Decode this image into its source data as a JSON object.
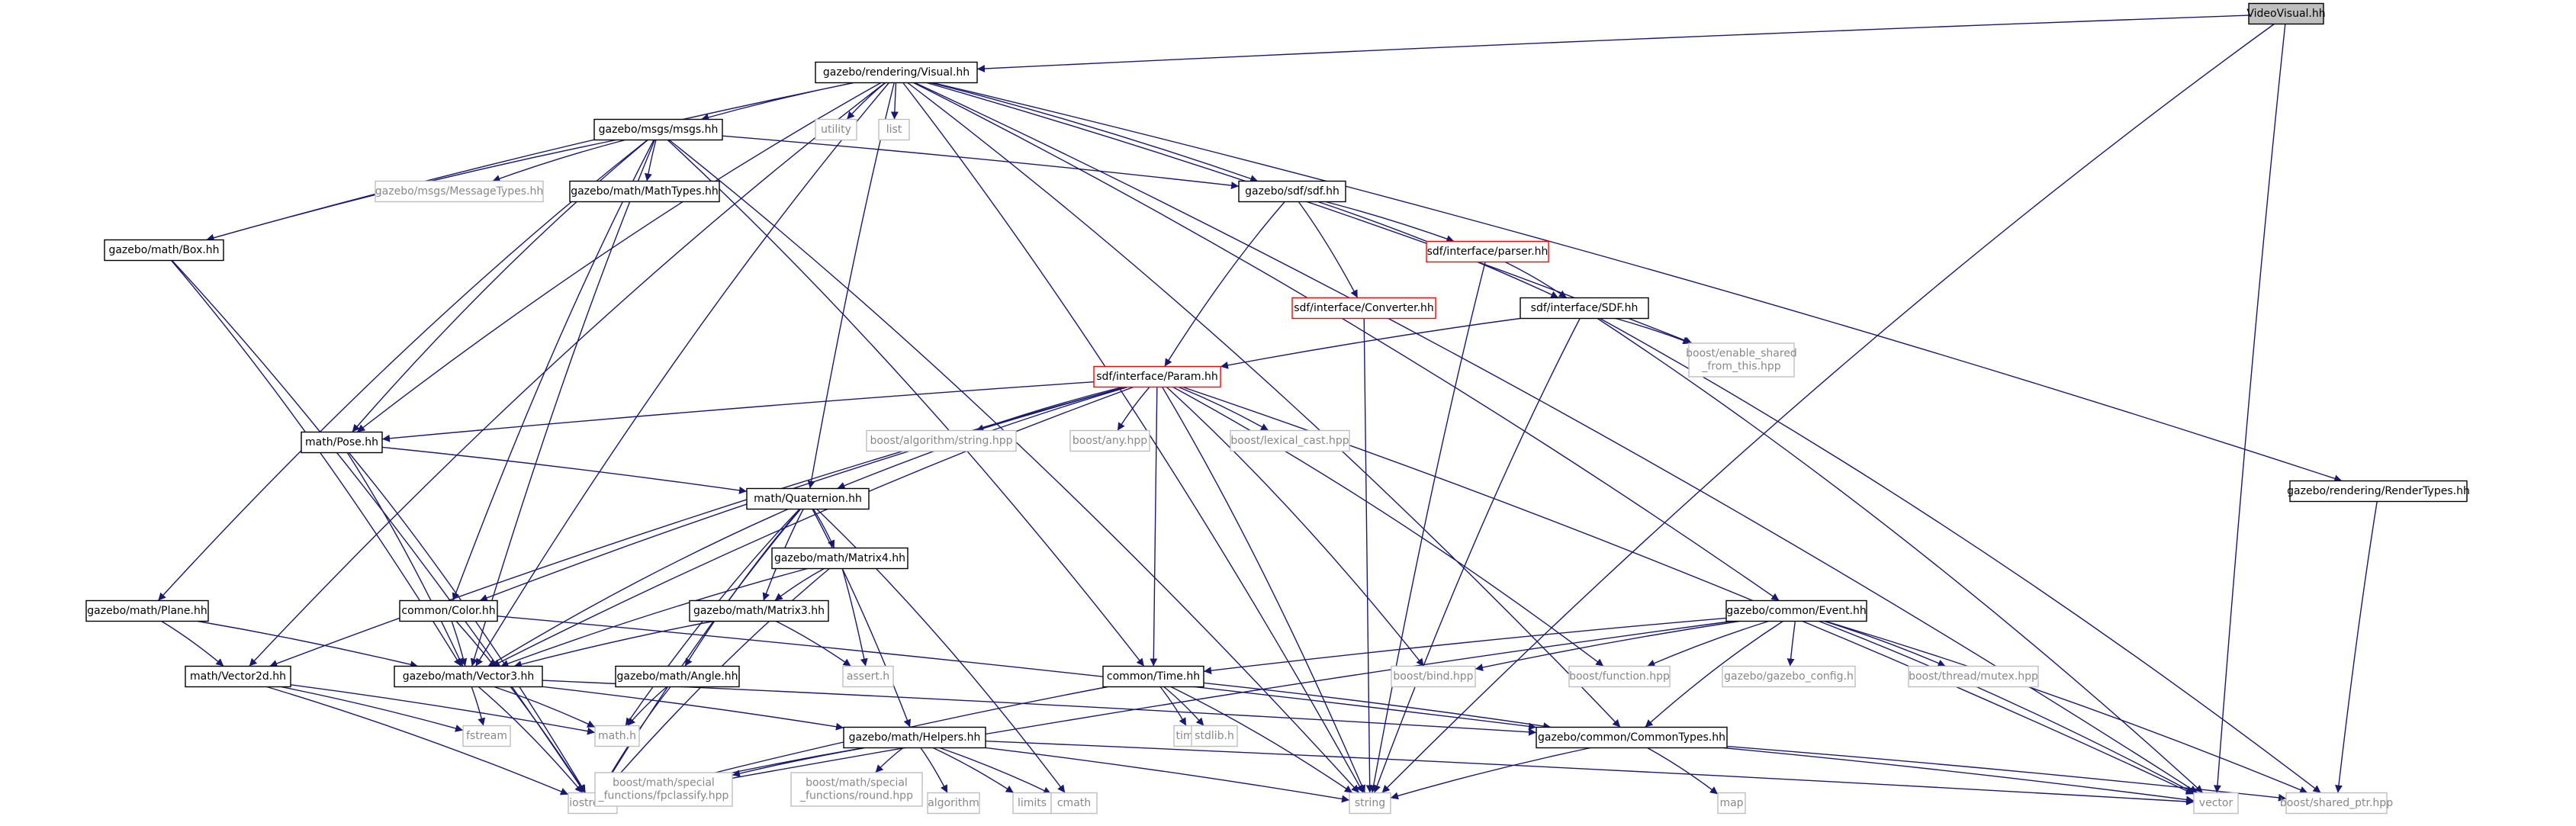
{
  "title": "VideoVisual.hh",
  "colors": {
    "edge": "#191970",
    "arrow": "#191970",
    "root_fill": "#bfbfbf",
    "node_fill": "#ffffff",
    "linked_border": "#000000",
    "external_border": "#bfbfbf",
    "external_text": "#888888",
    "missing_border": "#ff0000"
  },
  "nodes": [
    {
      "id": "video",
      "lines": [
        "VideoVisual.hh"
      ],
      "kind": "root"
    },
    {
      "id": "visual",
      "lines": [
        "gazebo/rendering/Visual.hh"
      ],
      "kind": "linked"
    },
    {
      "id": "msgs",
      "lines": [
        "gazebo/msgs/msgs.hh"
      ],
      "kind": "linked"
    },
    {
      "id": "utility",
      "lines": [
        "utility"
      ],
      "kind": "external"
    },
    {
      "id": "list",
      "lines": [
        "list"
      ],
      "kind": "external"
    },
    {
      "id": "msgtypes",
      "lines": [
        "gazebo/msgs/MessageTypes.hh"
      ],
      "kind": "external"
    },
    {
      "id": "mathtypes",
      "lines": [
        "gazebo/math/MathTypes.hh"
      ],
      "kind": "linked"
    },
    {
      "id": "sdf",
      "lines": [
        "gazebo/sdf/sdf.hh"
      ],
      "kind": "linked"
    },
    {
      "id": "box",
      "lines": [
        "gazebo/math/Box.hh"
      ],
      "kind": "linked"
    },
    {
      "id": "parser",
      "lines": [
        "sdf/interface/parser.hh"
      ],
      "kind": "missing"
    },
    {
      "id": "converter",
      "lines": [
        "sdf/interface/Converter.hh"
      ],
      "kind": "missing"
    },
    {
      "id": "sdfi",
      "lines": [
        "sdf/interface/SDF.hh"
      ],
      "kind": "linked"
    },
    {
      "id": "enable",
      "lines": [
        "boost/enable_shared",
        "_from_this.hpp"
      ],
      "kind": "external"
    },
    {
      "id": "param",
      "lines": [
        "sdf/interface/Param.hh"
      ],
      "kind": "missing"
    },
    {
      "id": "pose",
      "lines": [
        "math/Pose.hh"
      ],
      "kind": "linked"
    },
    {
      "id": "algostr",
      "lines": [
        "boost/algorithm/string.hpp"
      ],
      "kind": "external"
    },
    {
      "id": "any",
      "lines": [
        "boost/any.hpp"
      ],
      "kind": "external"
    },
    {
      "id": "lexical",
      "lines": [
        "boost/lexical_cast.hpp"
      ],
      "kind": "external"
    },
    {
      "id": "quat",
      "lines": [
        "math/Quaternion.hh"
      ],
      "kind": "linked"
    },
    {
      "id": "rendertypes",
      "lines": [
        "gazebo/rendering/RenderTypes.hh"
      ],
      "kind": "linked"
    },
    {
      "id": "matrix4",
      "lines": [
        "gazebo/math/Matrix4.hh"
      ],
      "kind": "linked"
    },
    {
      "id": "plane",
      "lines": [
        "gazebo/math/Plane.hh"
      ],
      "kind": "linked"
    },
    {
      "id": "color",
      "lines": [
        "common/Color.hh"
      ],
      "kind": "linked"
    },
    {
      "id": "matrix3",
      "lines": [
        "gazebo/math/Matrix3.hh"
      ],
      "kind": "linked"
    },
    {
      "id": "event",
      "lines": [
        "gazebo/common/Event.hh"
      ],
      "kind": "linked"
    },
    {
      "id": "vector2d",
      "lines": [
        "math/Vector2d.hh"
      ],
      "kind": "linked"
    },
    {
      "id": "vector3",
      "lines": [
        "gazebo/math/Vector3.hh"
      ],
      "kind": "linked"
    },
    {
      "id": "angle",
      "lines": [
        "gazebo/math/Angle.hh"
      ],
      "kind": "linked"
    },
    {
      "id": "assert",
      "lines": [
        "assert.h"
      ],
      "kind": "external"
    },
    {
      "id": "time",
      "lines": [
        "common/Time.hh"
      ],
      "kind": "linked"
    },
    {
      "id": "bind",
      "lines": [
        "boost/bind.hpp"
      ],
      "kind": "external"
    },
    {
      "id": "function",
      "lines": [
        "boost/function.hpp"
      ],
      "kind": "external"
    },
    {
      "id": "config",
      "lines": [
        "gazebo/gazebo_config.h"
      ],
      "kind": "external"
    },
    {
      "id": "mutex",
      "lines": [
        "boost/thread/mutex.hpp"
      ],
      "kind": "external"
    },
    {
      "id": "fstream",
      "lines": [
        "fstream"
      ],
      "kind": "external"
    },
    {
      "id": "mathh",
      "lines": [
        "math.h"
      ],
      "kind": "external"
    },
    {
      "id": "timeh",
      "lines": [
        "time.h"
      ],
      "kind": "external"
    },
    {
      "id": "stdlib",
      "lines": [
        "stdlib.h"
      ],
      "kind": "external"
    },
    {
      "id": "helpers",
      "lines": [
        "gazebo/math/Helpers.hh"
      ],
      "kind": "linked"
    },
    {
      "id": "common",
      "lines": [
        "gazebo/common/CommonTypes.hh"
      ],
      "kind": "linked"
    },
    {
      "id": "iostream",
      "lines": [
        "iostream"
      ],
      "kind": "external"
    },
    {
      "id": "fpclass",
      "lines": [
        "boost/math/special",
        "_functions/fpclassify.hpp"
      ],
      "kind": "external"
    },
    {
      "id": "round",
      "lines": [
        "boost/math/special",
        "_functions/round.hpp"
      ],
      "kind": "external"
    },
    {
      "id": "algorithm",
      "lines": [
        "algorithm"
      ],
      "kind": "external"
    },
    {
      "id": "limits",
      "lines": [
        "limits"
      ],
      "kind": "external"
    },
    {
      "id": "cmath",
      "lines": [
        "cmath"
      ],
      "kind": "external"
    },
    {
      "id": "string",
      "lines": [
        "string"
      ],
      "kind": "external"
    },
    {
      "id": "vector",
      "lines": [
        "vector"
      ],
      "kind": "external"
    },
    {
      "id": "map",
      "lines": [
        "map"
      ],
      "kind": "external"
    },
    {
      "id": "sharedptr",
      "lines": [
        "boost/shared_ptr.hpp"
      ],
      "kind": "external"
    }
  ],
  "edges": [
    [
      "video",
      "visual"
    ],
    [
      "video",
      "string"
    ],
    [
      "video",
      "vector"
    ],
    [
      "visual",
      "msgs"
    ],
    [
      "visual",
      "utility"
    ],
    [
      "visual",
      "list"
    ],
    [
      "visual",
      "sdf"
    ],
    [
      "visual",
      "box"
    ],
    [
      "visual",
      "pose"
    ],
    [
      "visual",
      "quat"
    ],
    [
      "visual",
      "vector3"
    ],
    [
      "visual",
      "vector2d"
    ],
    [
      "visual",
      "enable"
    ],
    [
      "visual",
      "string"
    ],
    [
      "visual",
      "vector"
    ],
    [
      "visual",
      "event"
    ],
    [
      "visual",
      "common"
    ],
    [
      "visual",
      "rendertypes"
    ],
    [
      "msgs",
      "msgtypes"
    ],
    [
      "msgs",
      "mathtypes"
    ],
    [
      "msgs",
      "sdf"
    ],
    [
      "msgs",
      "box"
    ],
    [
      "msgs",
      "pose"
    ],
    [
      "msgs",
      "plane"
    ],
    [
      "msgs",
      "color"
    ],
    [
      "msgs",
      "vector3"
    ],
    [
      "msgs",
      "time"
    ],
    [
      "msgs",
      "string"
    ],
    [
      "sdf",
      "parser"
    ],
    [
      "sdf",
      "converter"
    ],
    [
      "sdf",
      "sdfi"
    ],
    [
      "sdf",
      "param"
    ],
    [
      "parser",
      "sdfi"
    ],
    [
      "parser",
      "string"
    ],
    [
      "converter",
      "string"
    ],
    [
      "sdfi",
      "param"
    ],
    [
      "sdfi",
      "enable"
    ],
    [
      "sdfi",
      "string"
    ],
    [
      "sdfi",
      "vector"
    ],
    [
      "sdfi",
      "sharedptr"
    ],
    [
      "box",
      "vector3"
    ],
    [
      "box",
      "iostream"
    ],
    [
      "param",
      "pose"
    ],
    [
      "param",
      "algostr"
    ],
    [
      "param",
      "any"
    ],
    [
      "param",
      "lexical"
    ],
    [
      "param",
      "quat"
    ],
    [
      "param",
      "color"
    ],
    [
      "param",
      "vector3"
    ],
    [
      "param",
      "vector2d"
    ],
    [
      "param",
      "time"
    ],
    [
      "param",
      "bind"
    ],
    [
      "param",
      "function"
    ],
    [
      "param",
      "string"
    ],
    [
      "param",
      "vector"
    ],
    [
      "pose",
      "quat"
    ],
    [
      "pose",
      "vector3"
    ],
    [
      "pose",
      "iostream"
    ],
    [
      "quat",
      "matrix4"
    ],
    [
      "quat",
      "matrix3"
    ],
    [
      "quat",
      "vector3"
    ],
    [
      "quat",
      "angle"
    ],
    [
      "quat",
      "helpers"
    ],
    [
      "quat",
      "mathh"
    ],
    [
      "quat",
      "iostream"
    ],
    [
      "quat",
      "cmath"
    ],
    [
      "matrix4",
      "matrix3"
    ],
    [
      "matrix4",
      "vector3"
    ],
    [
      "matrix4",
      "assert"
    ],
    [
      "matrix4",
      "iostream"
    ],
    [
      "matrix3",
      "vector3"
    ],
    [
      "matrix3",
      "assert"
    ],
    [
      "plane",
      "vector3"
    ],
    [
      "plane",
      "vector2d"
    ],
    [
      "color",
      "vector3"
    ],
    [
      "color",
      "common"
    ],
    [
      "color",
      "iostream"
    ],
    [
      "vector2d",
      "mathh"
    ],
    [
      "vector2d",
      "fstream"
    ],
    [
      "vector2d",
      "iostream"
    ],
    [
      "vector3",
      "fstream"
    ],
    [
      "vector3",
      "mathh"
    ],
    [
      "vector3",
      "iostream"
    ],
    [
      "vector3",
      "helpers"
    ],
    [
      "vector3",
      "common"
    ],
    [
      "angle",
      "mathh"
    ],
    [
      "angle",
      "iostream"
    ],
    [
      "event",
      "time"
    ],
    [
      "event",
      "bind"
    ],
    [
      "event",
      "function"
    ],
    [
      "event",
      "config"
    ],
    [
      "event",
      "mutex"
    ],
    [
      "event",
      "common"
    ],
    [
      "event",
      "iostream"
    ],
    [
      "event",
      "vector"
    ],
    [
      "event",
      "sharedptr"
    ],
    [
      "time",
      "common"
    ],
    [
      "time",
      "timeh"
    ],
    [
      "time",
      "stdlib"
    ],
    [
      "time",
      "string"
    ],
    [
      "time",
      "iostream"
    ],
    [
      "helpers",
      "iostream"
    ],
    [
      "helpers",
      "fpclass"
    ],
    [
      "helpers",
      "round"
    ],
    [
      "helpers",
      "algorithm"
    ],
    [
      "helpers",
      "limits"
    ],
    [
      "helpers",
      "cmath"
    ],
    [
      "helpers",
      "string"
    ],
    [
      "helpers",
      "vector"
    ],
    [
      "common",
      "string"
    ],
    [
      "common",
      "vector"
    ],
    [
      "common",
      "map"
    ],
    [
      "common",
      "sharedptr"
    ],
    [
      "rendertypes",
      "sharedptr"
    ]
  ]
}
